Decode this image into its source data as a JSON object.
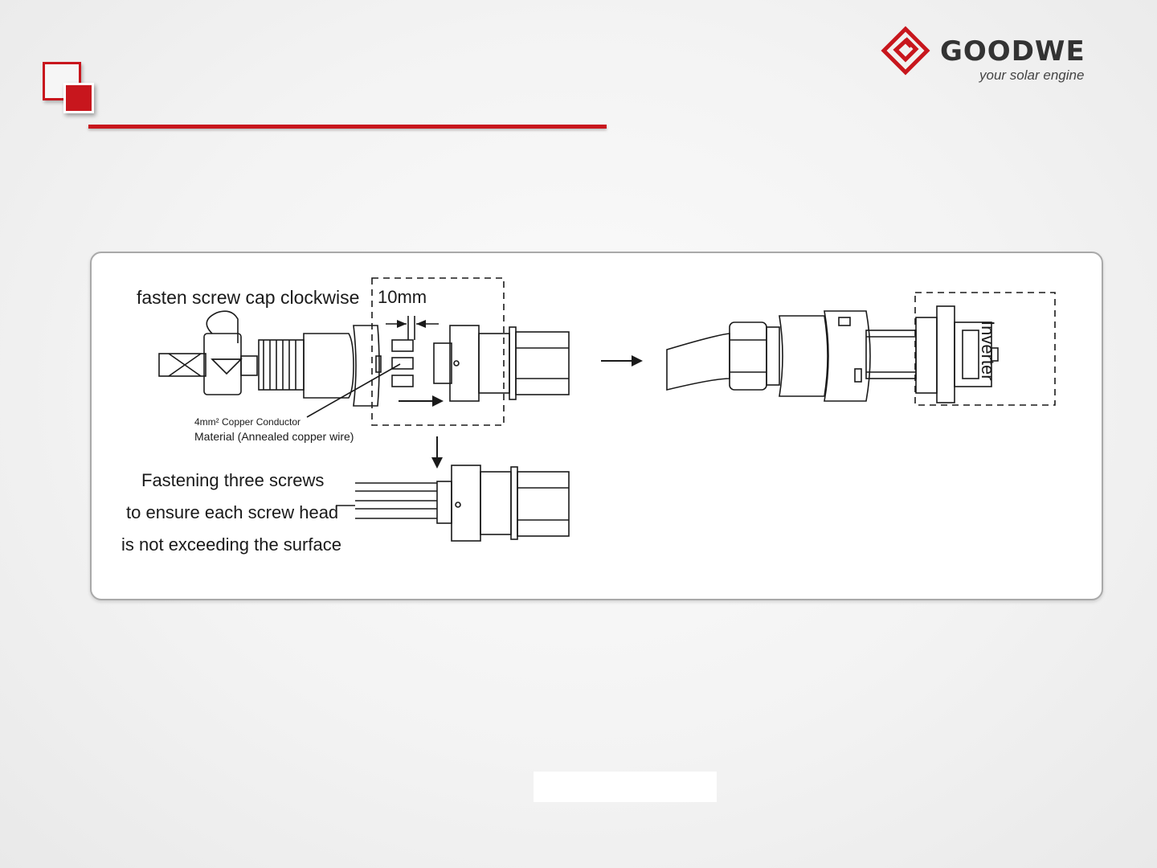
{
  "header": {
    "accent_color": "#c8161d",
    "slide_icon": "nested-squares-icon"
  },
  "logo": {
    "brand": "GOODWE",
    "tagline": "your solar engine",
    "icon": "goodwe-diamond-icon"
  },
  "diagram": {
    "labels": {
      "fasten": "fasten screw cap clockwise",
      "gap": "10mm",
      "conductor_line1": "4mm² Copper Conductor",
      "conductor_line2": "Material (Annealed copper wire)",
      "screws_line1": "Fastening three screws",
      "screws_line2": "to ensure each screw head",
      "screws_line3": "is not exceeding the surface",
      "inverter": "Inverter"
    }
  }
}
